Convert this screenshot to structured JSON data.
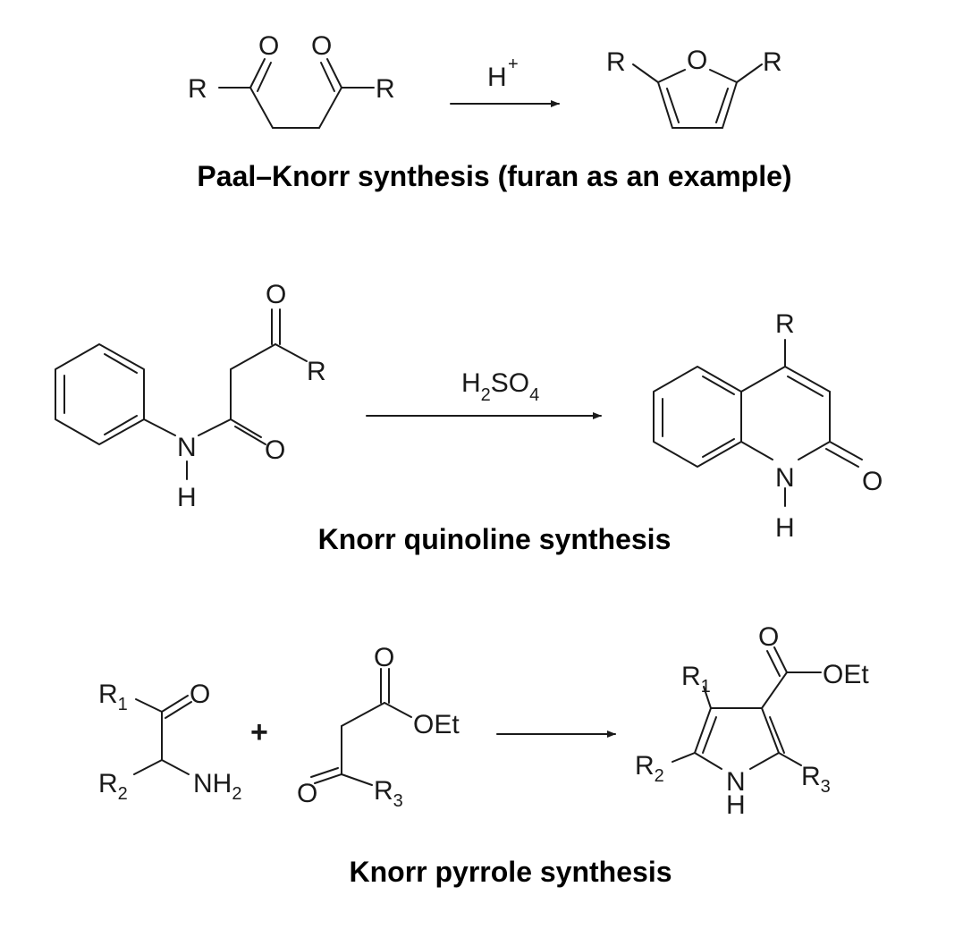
{
  "labels": {
    "r": "R",
    "o": "O",
    "n": "N",
    "h": "H",
    "nh": "NH",
    "oet": "OEt",
    "sub1": "1",
    "sub2": "2",
    "sub3": "3",
    "sub4": "4",
    "s": "S",
    "plus_sign": "+",
    "superscript_plus": "+"
  },
  "reactions": [
    {
      "caption": "Paal–Knorr synthesis (furan as an example)",
      "reagent": "H"
    },
    {
      "caption": "Knorr quinoline synthesis",
      "reagent": "H",
      "reagent_sub": "2",
      "reagent_mid": "SO",
      "reagent_sub2": "4"
    },
    {
      "caption": "Knorr pyrrole synthesis"
    }
  ]
}
